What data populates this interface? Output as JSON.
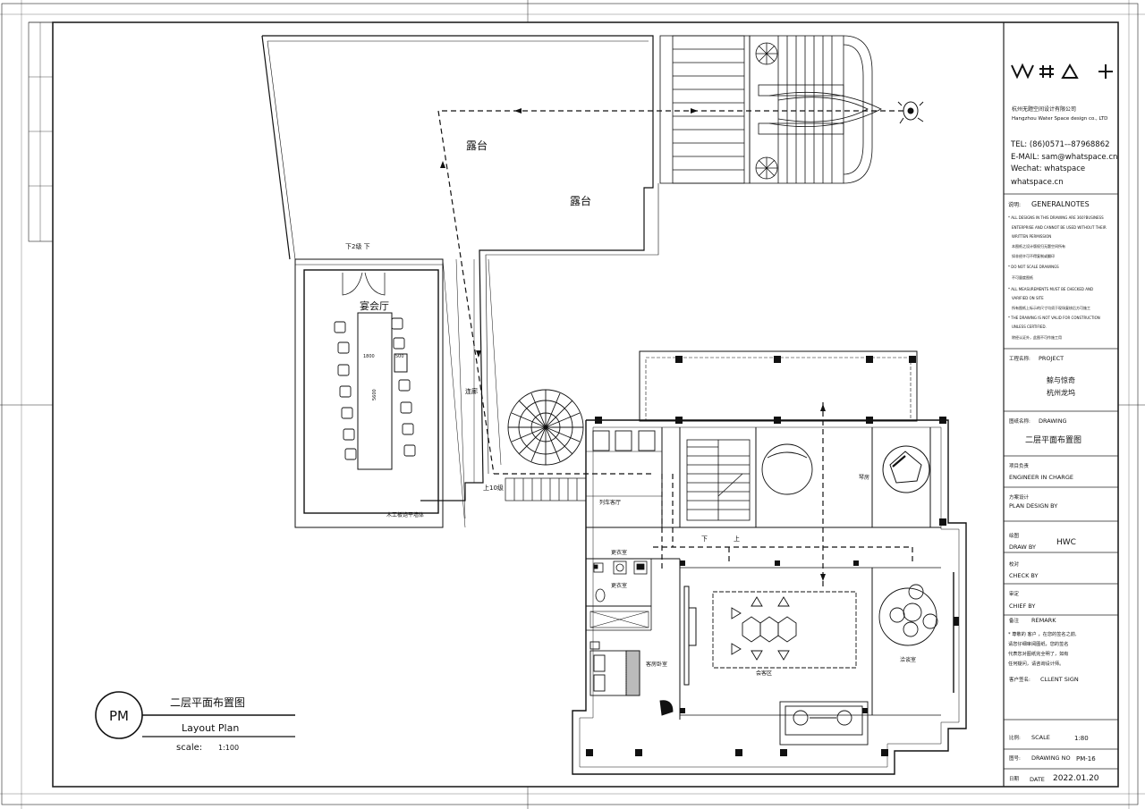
{
  "titleblock": {
    "logo": "WHAT",
    "company_cn": "杭州无题空间设计有限公司",
    "company_en": "Hangzhou Water Space  design co., LTD",
    "tel": "TEL: (86)0571-–87968862",
    "email": "E-MAIL: sam@whatspace.cn",
    "wechat": "Wechat: whatspace",
    "website": "whatspace.cn",
    "notes_cn": "说明:",
    "notes_en": "GENERALNOTES",
    "notes": [
      "* ALL DESIGNS IN THIS DRAWING ARE 360?BUSINESS",
      "ENTERPRISE AND CANNOT BE USED WITHOUT THEIR",
      "WRITTEN PERMISSION",
      "本图纸之设计版权归无题空间所有",
      "如非经许可不得复制或翻印",
      "* DO NOT SCALE DRAWINGS",
      "不可量度图纸",
      "* ALL MEASUREMENTS MUST BE CHECKED AND",
      "VARIFIED ON SITE",
      "所有图纸上标示的尺寸均须于现场复核后方可施工",
      "* THE DRAWING IS NOT VALID FOR CONSTRUCTION",
      "UNLESS CERTIFIED.",
      "除经认证外，此图不可作施工用"
    ],
    "project_label_cn": "工程名称:",
    "project_label_en": "PROJECT",
    "project_name_1": "鲸与惊奇",
    "project_name_2": "杭州龙坞",
    "drawing_label_cn": "图纸名称:",
    "drawing_label_en": "DRAWING",
    "drawing_name": "二层平面布置图",
    "engineer_cn": "项目负责",
    "engineer_en": "ENGINEER IN CHARGE",
    "plan_design_cn": "方案设计",
    "plan_design_en": "PLAN DESIGN BY",
    "draw_cn": "绘图",
    "draw_en": "DRAW BY",
    "draw_value": "HWC",
    "check_cn": "校对",
    "check_en": "CHECK BY",
    "chief_cn": "审定",
    "chief_en": "CHIEF BY",
    "remark_cn": "备注",
    "remark_en": "REMARK",
    "remark_lines": [
      "* 尊敬的  客户 ，在您的签名之前,",
      "  请您仔细审阅图纸，您的签名",
      "  代表您对图纸完全明了，如有",
      "  任何疑问，请咨询设计师。"
    ],
    "client_cn": "客户签名:",
    "client_en": "CLLENT  SIGN",
    "scale_cn": "比例:",
    "scale_en": "SCALE",
    "scale_value": "1:80",
    "drawing_no_cn": "图号:",
    "drawing_no_en": "DRAWING NO",
    "drawing_no_value": "PM-16",
    "date_cn": "日期",
    "date_en": "DATE",
    "date_value": "2022.01.20"
  },
  "legend": {
    "badge": "PM",
    "title_cn": "二层平面布置图",
    "title_en": "Layout Plan",
    "scale_label": "scale:",
    "scale_value": "1:100"
  },
  "rooms": {
    "terrace_1": "露台",
    "terrace_2": "露台",
    "banquet_hall": "宴会厅",
    "corridor": "连廊",
    "stair_down_2": "下2级 下",
    "stair_up_10": "上10级",
    "wall_note": "木工板饱平墙体",
    "dining": "列车客厅",
    "cloakroom": "更衣室",
    "bathroom": "更衣室",
    "bedroom": "客房卧室",
    "lounge": "会客区",
    "piano_room": "琴房",
    "tea_room": "洽谈室",
    "down": "下",
    "up": "上"
  },
  "dimensions": {
    "table_width": "1800",
    "table_length": "5600",
    "side_1": "500",
    "side_2": "1800"
  },
  "colors": {
    "line": "#111111",
    "background": "#ffffff"
  }
}
